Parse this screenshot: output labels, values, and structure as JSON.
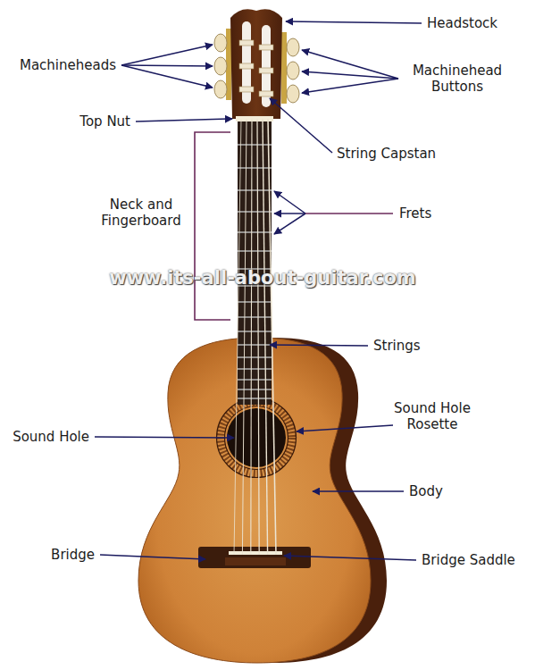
{
  "diagram": {
    "labels": [
      "Headstock",
      "Machineheads",
      "Machinehead Buttons",
      "Top Nut",
      "String Capstan",
      "Neck and Fingerboard",
      "Frets",
      "www.its-all-about-guitar.com",
      "Strings",
      "Sound Hole Rosette",
      "Sound Hole",
      "Body",
      "Bridge",
      "Bridge Saddle"
    ]
  }
}
